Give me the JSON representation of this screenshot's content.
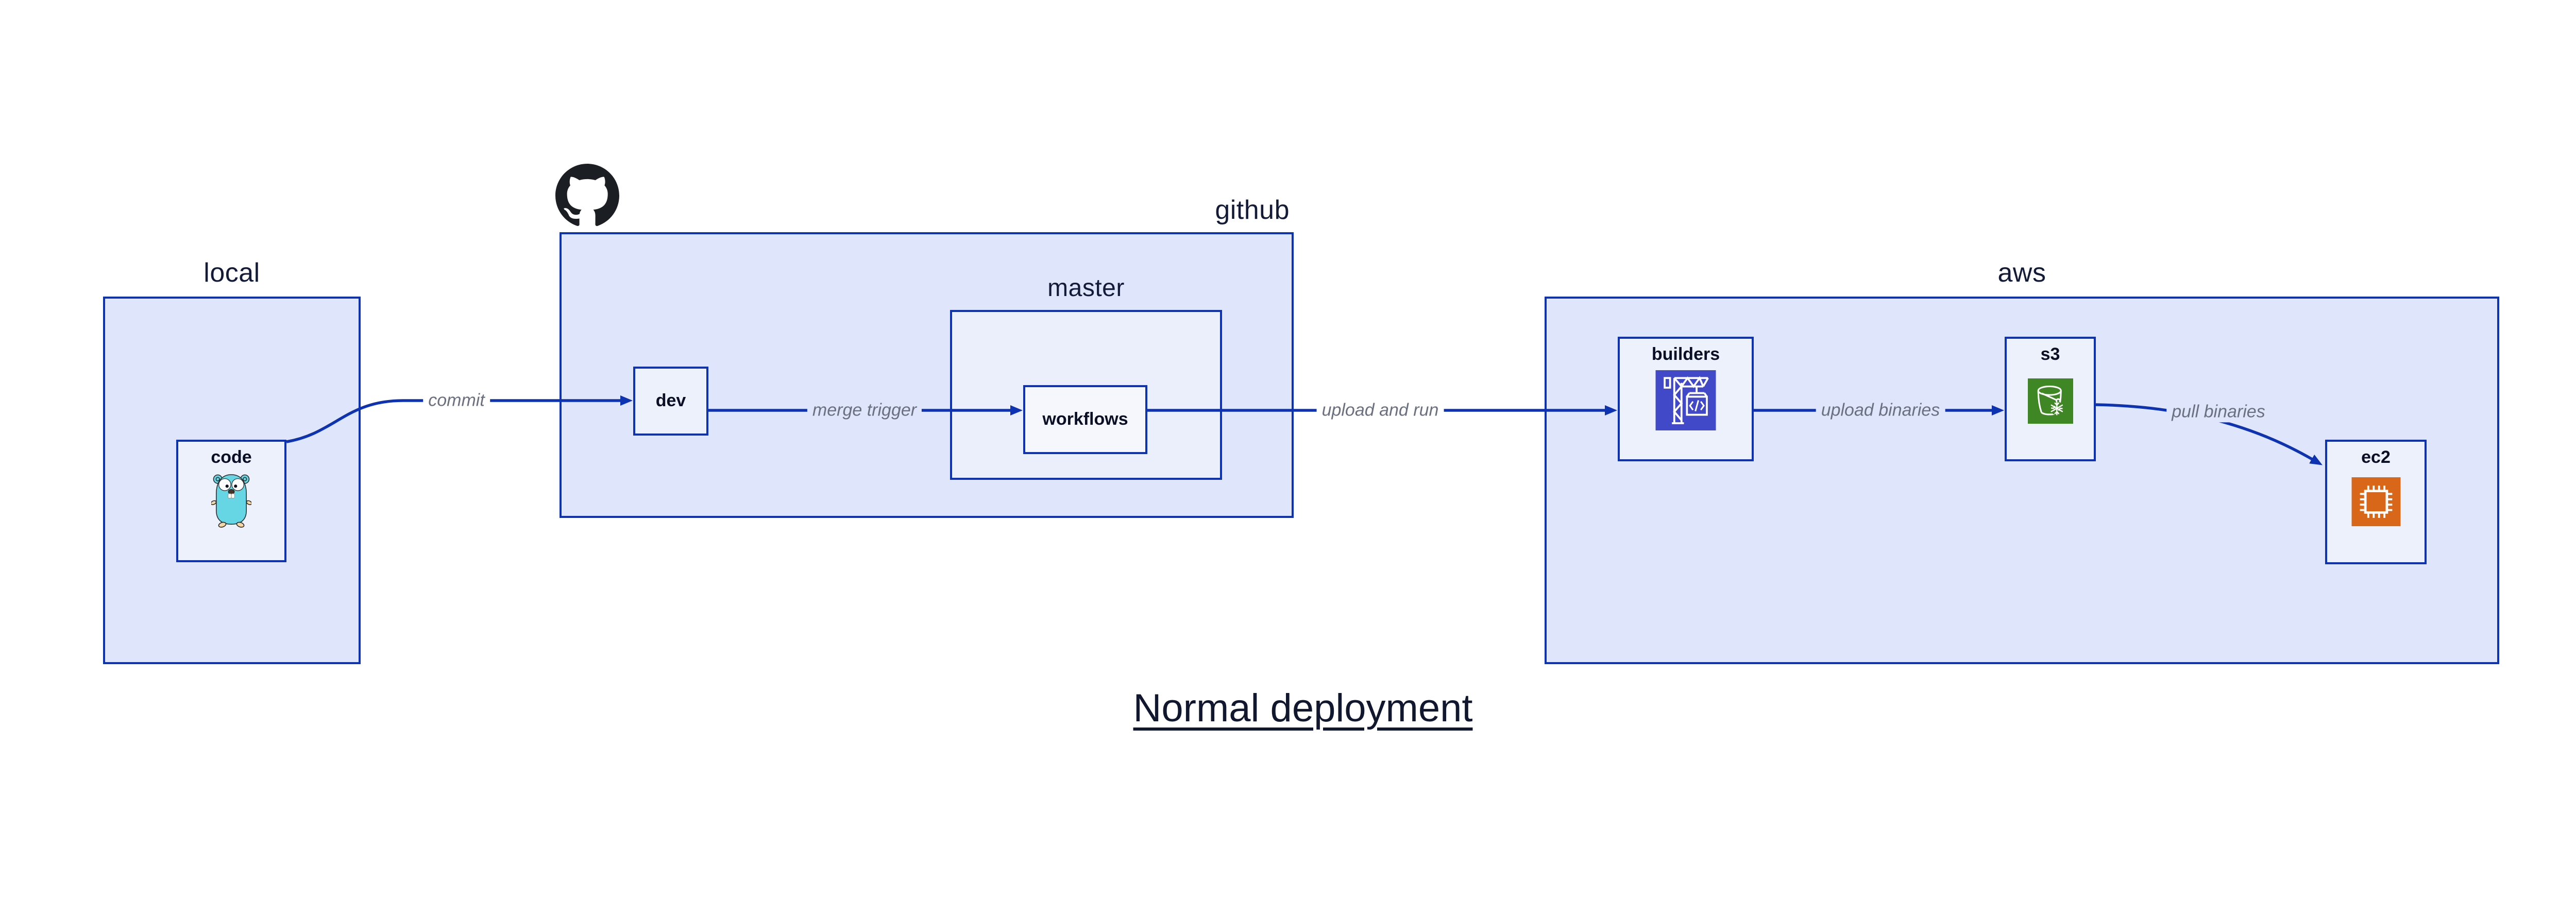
{
  "title": "Normal deployment",
  "containers": [
    {
      "id": "local",
      "label": "local"
    },
    {
      "id": "github",
      "label": "github",
      "icon": "github-octocat-icon"
    },
    {
      "id": "master",
      "label": "master",
      "parent": "github"
    },
    {
      "id": "aws",
      "label": "aws"
    }
  ],
  "nodes": [
    {
      "id": "code",
      "label": "code",
      "parent": "local",
      "icon": "go-gopher-icon"
    },
    {
      "id": "dev",
      "label": "dev",
      "parent": "github"
    },
    {
      "id": "workflows",
      "label": "workflows",
      "parent": "master"
    },
    {
      "id": "builders",
      "label": "builders",
      "parent": "aws",
      "icon": "codebuild-crane-icon"
    },
    {
      "id": "s3",
      "label": "s3",
      "parent": "aws",
      "icon": "s3-bucket-icon"
    },
    {
      "id": "ec2",
      "label": "ec2",
      "parent": "aws",
      "icon": "ec2-chip-icon"
    }
  ],
  "edges": [
    {
      "from": "code",
      "to": "dev",
      "label": "commit"
    },
    {
      "from": "dev",
      "to": "workflows",
      "label": "merge trigger"
    },
    {
      "from": "workflows",
      "to": "builders",
      "label": "upload and run"
    },
    {
      "from": "builders",
      "to": "s3",
      "label": "upload binaries"
    },
    {
      "from": "s3",
      "to": "ec2",
      "label": "pull binaries"
    }
  ],
  "colors": {
    "stroke_blue": "#0d32b2",
    "container_fill": "#dfe5fa",
    "node_fill": "#edf1fc",
    "nested_node_fill": "#f5f7fd",
    "text_navy": "#0a0f25",
    "edge_label_gray": "#6b7080",
    "github_black": "#1b1f23",
    "gopher_teal": "#66d6e4",
    "codebuild_indigo": "#4149c8",
    "s3_green": "#3f8624",
    "ec2_orange": "#d9671a"
  }
}
